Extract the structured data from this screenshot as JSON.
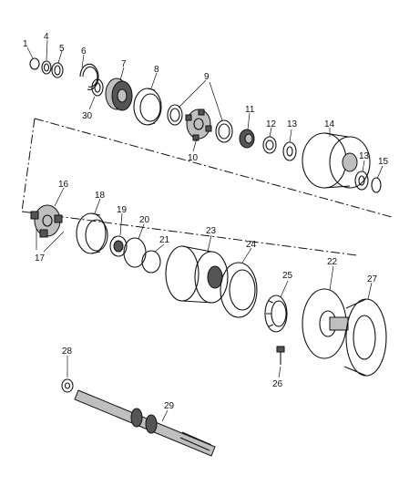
{
  "callouts": {
    "c1": "1",
    "c4": "4",
    "c5": "5",
    "c6": "6",
    "c7": "7",
    "c8": "8",
    "c9": "9",
    "c10": "10",
    "c11": "11",
    "c12": "12",
    "c13a": "13",
    "c14": "14",
    "c13b": "13",
    "c15": "15",
    "c30": "30",
    "c16": "16",
    "c17": "17",
    "c18": "18",
    "c19": "19",
    "c20": "20",
    "c21": "21",
    "c22": "22",
    "c23": "23",
    "c24": "24",
    "c25": "25",
    "c26": "26",
    "c27": "27",
    "c28": "28",
    "c29": "29"
  }
}
